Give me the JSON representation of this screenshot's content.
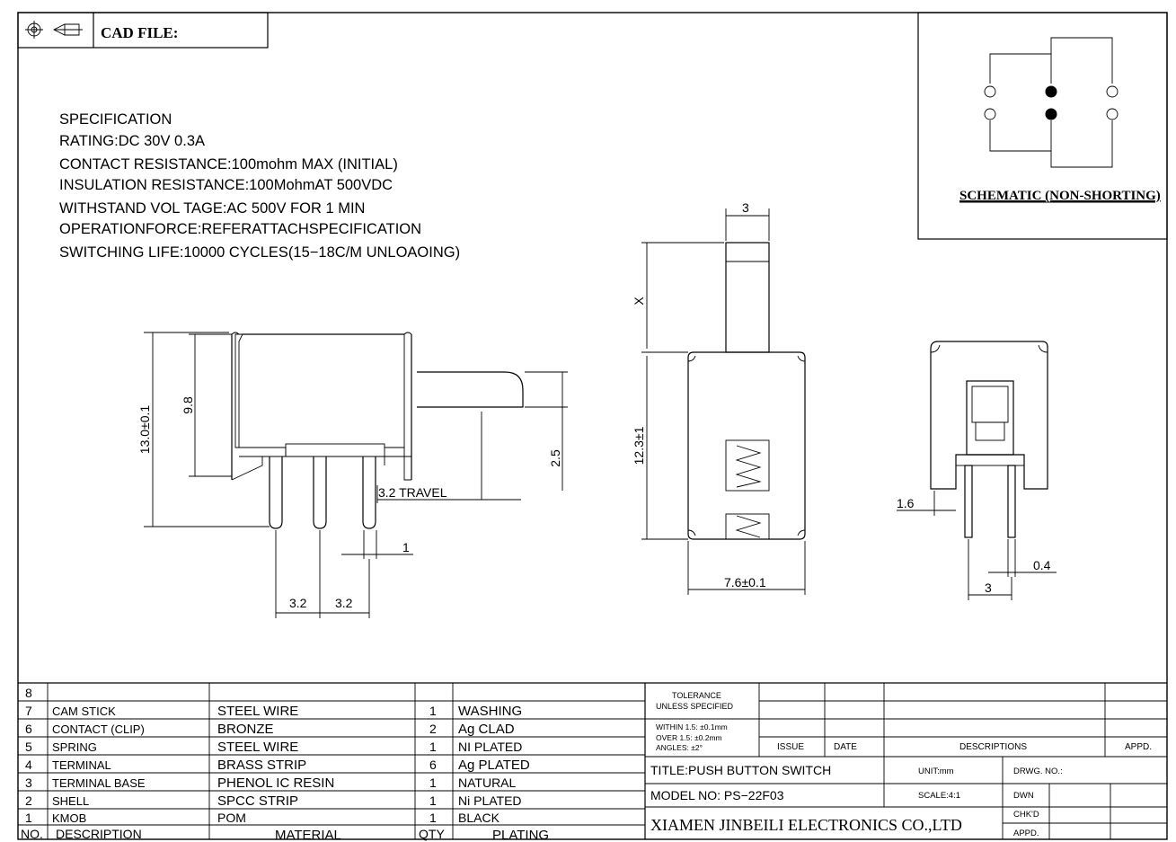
{
  "header": {
    "cad_label": "CAD FILE:",
    "symbol_icon": "projection-symbol-icon"
  },
  "spec": [
    "SPECIFICATION",
    "RATING:DC  30V  0.3A",
    "CONTACT RESISTANCE:100mohm  MAX  (INITIAL)",
    "INSULATION  RESISTANCE:100MohmAT  500VDC",
    "WITHSTAND  VOL TAGE:AC  500V  FOR  1  MIN",
    "OPERATIONFORCE:REFERATTACHSPECIFICATION",
    "SWITCHING  LIFE:10000  CYCLES(15−18C/M  UNLOAOING)"
  ],
  "schematic": {
    "label": "SCHEMATIC (NON-SHORTING)"
  },
  "dims": {
    "height_total": "13.0±0.1",
    "height_body": "9.8",
    "actuator_h": "2.5",
    "travel": "3.2  TRAVEL",
    "pin_w": "1",
    "pitch1": "3.2",
    "pitch2": "3.2",
    "front_top": "3",
    "front_x": "X",
    "front_h": "12.3±1",
    "front_w": "7.6±0.1",
    "side_1_6": "1.6",
    "side_0_4": "0.4",
    "side_3": "3"
  },
  "bom": {
    "rows": [
      {
        "no": "8",
        "desc": "",
        "mat": "",
        "qty": "",
        "plating": ""
      },
      {
        "no": "7",
        "desc": "CAM  STICK",
        "mat": "STEEL  WIRE",
        "qty": "1",
        "plating": "WASHING"
      },
      {
        "no": "6",
        "desc": "CONTACT  (CLIP)",
        "mat": "BRONZE",
        "qty": "2",
        "plating": "Ag  CLAD"
      },
      {
        "no": "5",
        "desc": "SPRING",
        "mat": "STEEL  WIRE",
        "qty": "1",
        "plating": "NI  PLATED"
      },
      {
        "no": "4",
        "desc": "TERMINAL",
        "mat": "BRASS  STRIP",
        "qty": "6",
        "plating": "Ag  PLATED"
      },
      {
        "no": "3",
        "desc": "TERMINAL  BASE",
        "mat": "PHENOL  IC  RESIN",
        "qty": "1",
        "plating": "NATURAL"
      },
      {
        "no": "2",
        "desc": "SHELL",
        "mat": "SPCC  STRIP",
        "qty": "1",
        "plating": "Ni  PLATED"
      },
      {
        "no": "1",
        "desc": "KMOB",
        "mat": "POM",
        "qty": "1",
        "plating": "BLACK"
      }
    ],
    "headers": {
      "no": "NO.",
      "desc": "DESCRIPTION",
      "mat": "MATERIAL",
      "qty": "QTY",
      "plating": "PLATING"
    }
  },
  "title_block": {
    "tol1": "TOLERANCE",
    "tol2": "UNLESS SPECIFIED",
    "within": "WITHIN 1.5: ±0.1mm",
    "over": "OVER 1.5:  ±0.2mm",
    "angles": "ANGLES: ±2°",
    "issue": "ISSUE",
    "date": "DATE",
    "descriptions": "DESCRIPTIONS",
    "appd": "APPD.",
    "title": "TITLE:PUSH  BUTTON  SWITCH",
    "unit": "UNIT:mm",
    "drwg": "DRWG. NO.:",
    "model": "MODEL  NO: PS−22F03",
    "scale": "SCALE:4:1",
    "dwn": "DWN",
    "chkd": "CHK'D",
    "appd2": "APPD.",
    "company": "XIAMEN JINBEILI ELECTRONICS CO.,LTD"
  }
}
